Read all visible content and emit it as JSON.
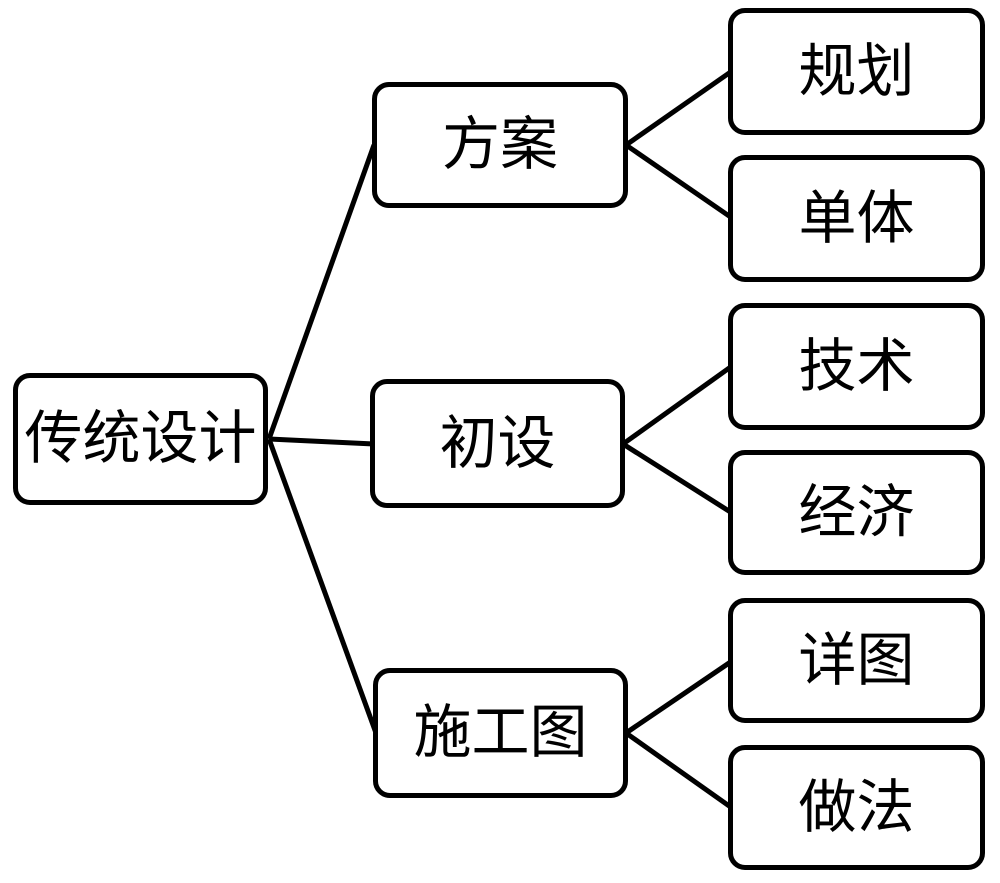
{
  "diagram": {
    "type": "tree",
    "direction": "left-to-right",
    "colors": {
      "stroke": "#000000",
      "box_fill": "#ffffff",
      "background": "#ffffff",
      "text": "#000000"
    },
    "nodes": {
      "root": {
        "label": "传统设计",
        "level": 1
      },
      "fangan": {
        "label": "方案",
        "level": 2
      },
      "chushe": {
        "label": "初设",
        "level": 2
      },
      "shigongtu": {
        "label": "施工图",
        "level": 2
      },
      "guihua": {
        "label": "规划",
        "level": 3
      },
      "danti": {
        "label": "单体",
        "level": 3
      },
      "jishu": {
        "label": "技术",
        "level": 3
      },
      "jingji": {
        "label": "经济",
        "level": 3
      },
      "xiangtu": {
        "label": "详图",
        "level": 3
      },
      "zuofa": {
        "label": "做法",
        "level": 3
      }
    },
    "edges": [
      {
        "from": "传统设计",
        "to": "方案"
      },
      {
        "from": "传统设计",
        "to": "初设"
      },
      {
        "from": "传统设计",
        "to": "施工图"
      },
      {
        "from": "方案",
        "to": "规划"
      },
      {
        "from": "方案",
        "to": "单体"
      },
      {
        "from": "初设",
        "to": "技术"
      },
      {
        "from": "初设",
        "to": "经济"
      },
      {
        "from": "施工图",
        "to": "详图"
      },
      {
        "from": "施工图",
        "to": "做法"
      }
    ]
  }
}
